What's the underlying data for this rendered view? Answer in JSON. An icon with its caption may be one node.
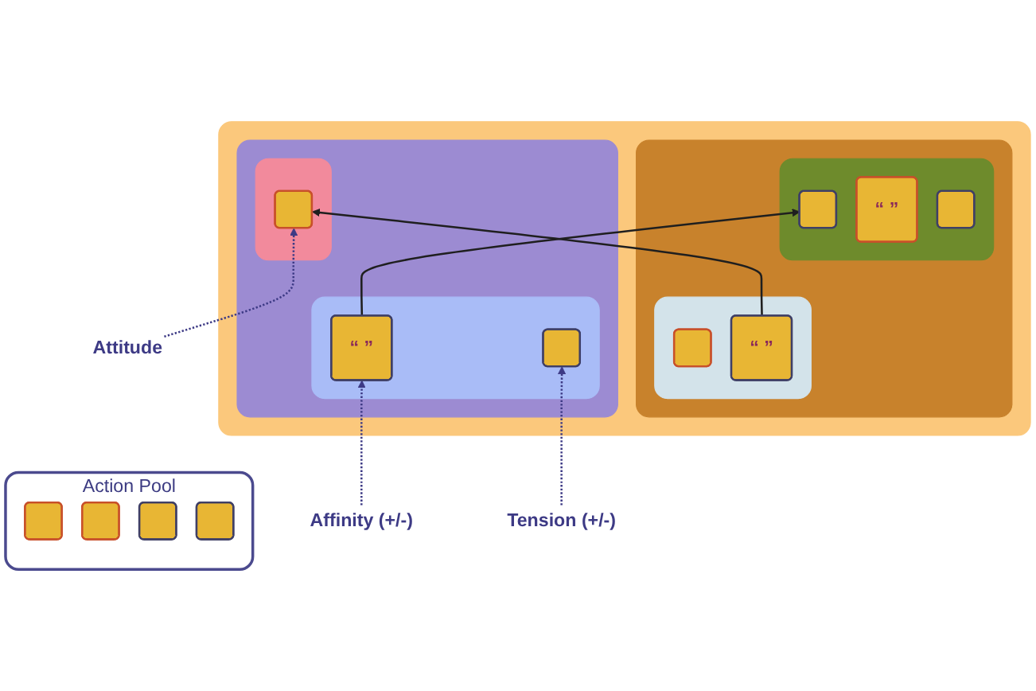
{
  "diagram": {
    "nodes": [
      {
        "text": [
          "Action Pool"
        ]
      },
      {
        "text": [],
        "shape": "box",
        "in": 0
      },
      {
        "text": [],
        "shape": "box",
        "in": 0
      },
      {
        "text": [],
        "shape": "box",
        "in": 0
      },
      {
        "text": [],
        "shape": "box",
        "in": 0
      },
      {
        "text": [],
        "shape": "box"
      },
      {
        "text": [],
        "shape": "box",
        "in": 5
      },
      {
        "text": [],
        "shape": "box",
        "in": 6
      },
      {
        "text": [],
        "shape": "box",
        "in": 7
      },
      {
        "text": [
          "“ ”"
        ],
        "in": 7
      },
      {
        "text": [],
        "shape": "box",
        "in": 6
      },
      {
        "text": [],
        "shape": "box",
        "in": 10
      },
      {
        "text": [
          "“ ”"
        ],
        "in": 10
      },
      {
        "text": [],
        "shape": "box",
        "in": 10
      },
      {
        "text": [],
        "shape": "box",
        "in": 5
      },
      {
        "text": [],
        "shape": "box",
        "in": 14
      },
      {
        "text": [],
        "shape": "box",
        "in": 15
      },
      {
        "text": [],
        "shape": "box",
        "in": 14
      },
      {
        "text": [
          "“ ”"
        ],
        "in": 17
      },
      {
        "text": [],
        "shape": "box",
        "in": 17
      },
      {
        "text": [
          "Attitude"
        ]
      },
      {
        "text": [
          "Affinity (+/-)"
        ]
      },
      {
        "text": [
          "Tension (+/-)"
        ]
      }
    ],
    "edges": [
      {
        "from": 18,
        "to": 11,
        "arrow": "to",
        "color": "#1f1f1f"
      },
      {
        "from": 9,
        "to": 16,
        "arrow": "to",
        "color": "#1f1f1f"
      },
      {
        "from": 20,
        "to": 16,
        "arrow": "to",
        "style": "dashed"
      },
      {
        "from": 21,
        "to": 18,
        "arrow": "to",
        "style": "dashed"
      },
      {
        "from": 22,
        "to": 19,
        "arrow": "to",
        "style": "dashed"
      }
    ]
  }
}
